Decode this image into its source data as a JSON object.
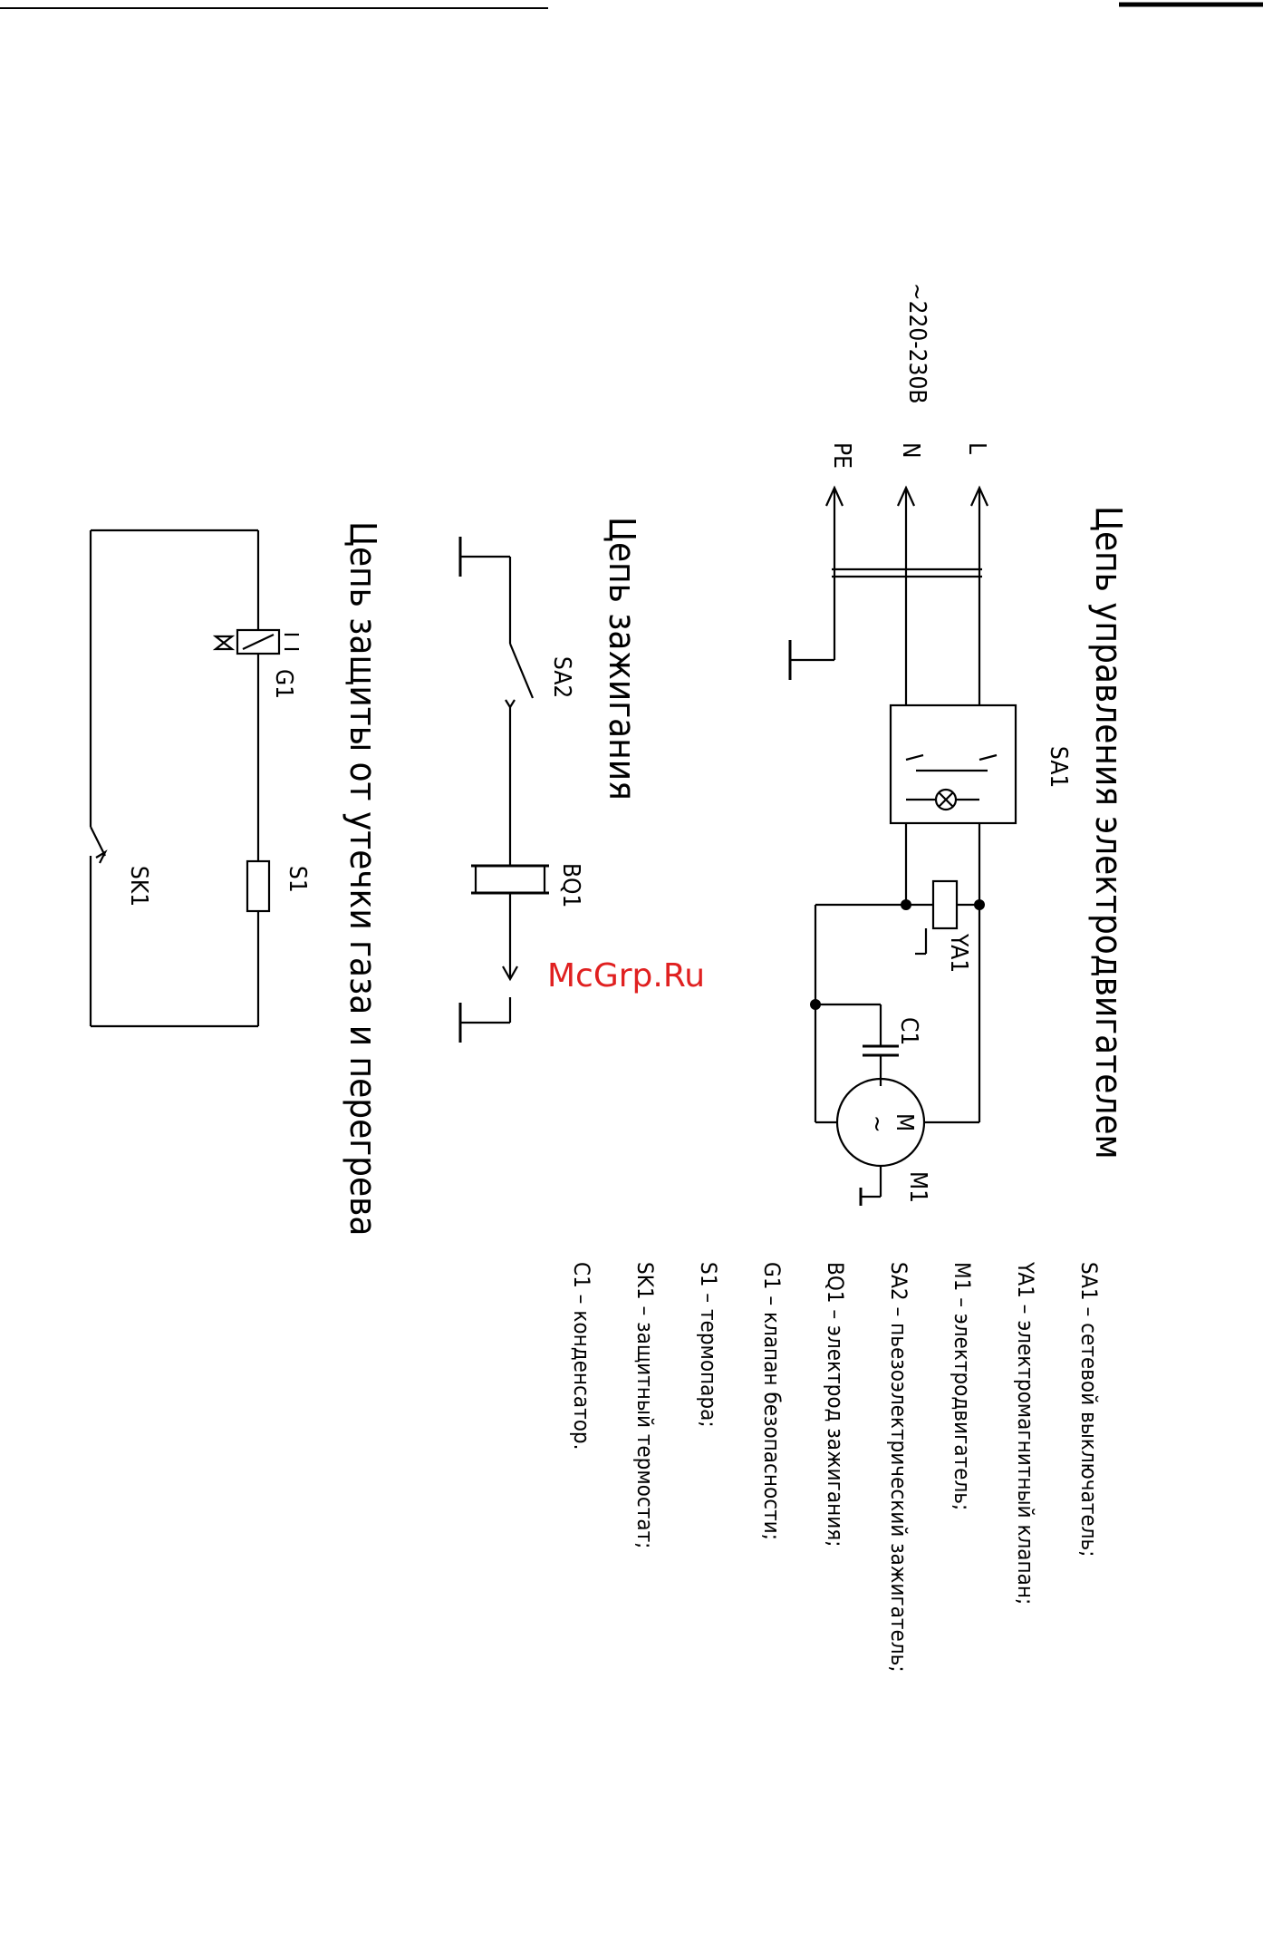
{
  "watermark": "McGrp.Ru",
  "supply": {
    "voltage": "~220-230В",
    "L": "L",
    "N": "N",
    "PE": "PE"
  },
  "titles": {
    "motor_control": "Цепь управления электродвигателем",
    "ignition": "Цепь зажигания",
    "protection": "Цепь защиты от утечки газа и перегрева"
  },
  "components": {
    "SA1": "SA1",
    "YA1": "YA1",
    "C1": "C1",
    "M1": "M1",
    "motor_M": "M",
    "motor_tilde": "~",
    "SA2": "SA2",
    "BQ1": "BQ1",
    "G1": "G1",
    "S1": "S1",
    "SK1": "SK1"
  },
  "legend": [
    "SA1 – сетевой выключатель;",
    "YA1 – электромагнитный клапан;",
    "M1 – электродвигатель;",
    "SA2 – пьезоэлектрический зажигатель;",
    "BQ1 – электрод зажигания;",
    "G1 – клапан безопасности;",
    "S1 – термопара;",
    "SK1 – защитный термостат;",
    "C1 – конденсатор."
  ]
}
